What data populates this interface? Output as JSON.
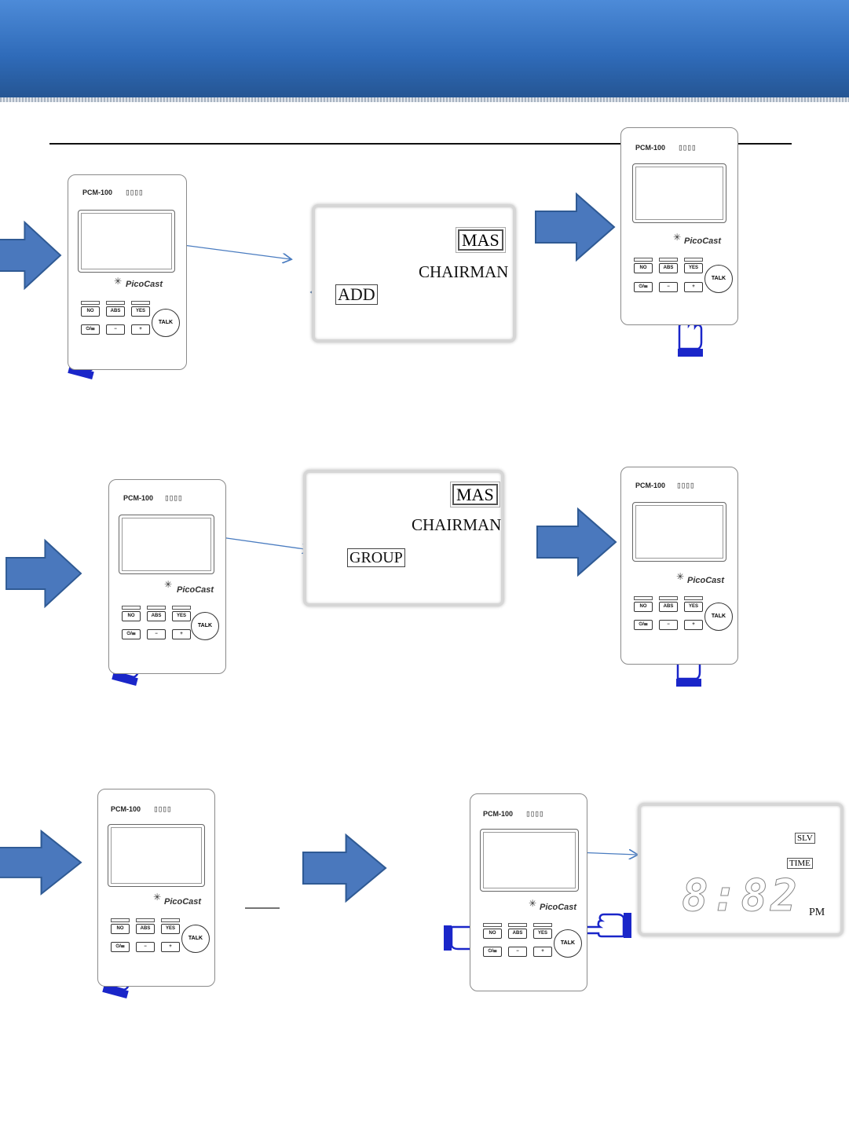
{
  "device": {
    "model": "PCM-100",
    "brand": "PicoCast",
    "buttons": {
      "no": "NO",
      "abs": "ABS",
      "yes": "YES",
      "minus": "−",
      "plus": "+",
      "power_menu": "⏻/☰",
      "talk": "TALK"
    }
  },
  "screens": {
    "add": {
      "badge": "MAS",
      "role": "CHAIRMAN",
      "burst": "ADD"
    },
    "group": {
      "badge": "MAS",
      "role": "CHAIRMAN",
      "burst": "GROUP"
    },
    "clock": {
      "mode": "SLV",
      "time_label": "TIME",
      "time_value": "8:82",
      "period": "PM"
    }
  },
  "colors": {
    "banner_top": "#4d8bd8",
    "banner_bottom": "#24538f",
    "arrow": "#4a78bd",
    "hand": "#1a26c9",
    "pointer_line": "#4a7cc0"
  },
  "icons": [
    "speaker-icon",
    "microphone-icon",
    "antenna-icon",
    "battery-icon",
    "pointing-hand-icon",
    "right-arrow-icon"
  ]
}
